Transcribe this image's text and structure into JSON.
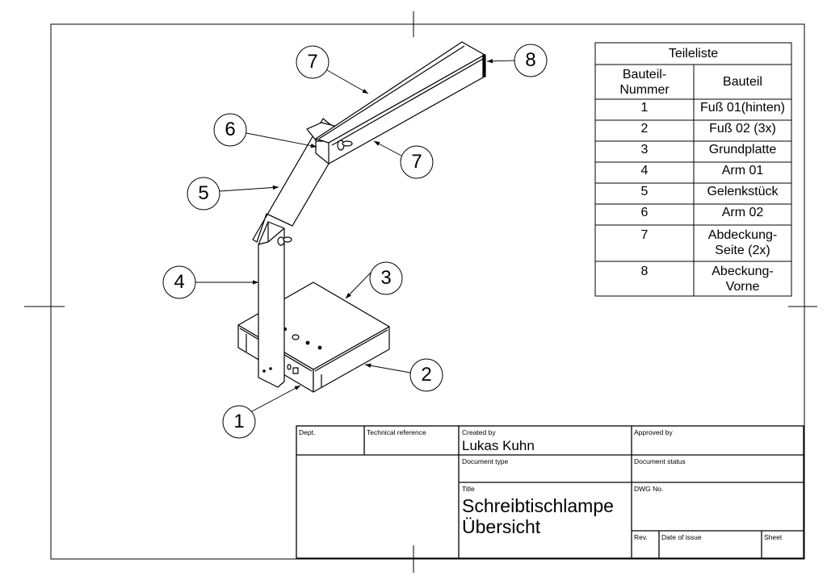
{
  "parts_list": {
    "title": "Teileliste",
    "headers": {
      "number": "Bauteil-\nNummer",
      "part": "Bauteil"
    },
    "rows": [
      {
        "number": "1",
        "part": "Fuß 01(hinten)"
      },
      {
        "number": "2",
        "part": "Fuß 02 (3x)"
      },
      {
        "number": "3",
        "part": "Grundplatte"
      },
      {
        "number": "4",
        "part": "Arm 01"
      },
      {
        "number": "5",
        "part": "Gelenkstück"
      },
      {
        "number": "6",
        "part": "Arm 02"
      },
      {
        "number": "7",
        "part": "Abdeckung-\nSeite (2x)"
      },
      {
        "number": "8",
        "part": "Abeckung-\nVorne"
      }
    ]
  },
  "balloons": [
    "1",
    "2",
    "3",
    "4",
    "5",
    "6",
    "7",
    "7",
    "8"
  ],
  "title_block": {
    "dept_label": "Dept.",
    "tech_ref_label": "Technical reference",
    "created_by_label": "Created by",
    "created_by": "Lukas Kuhn",
    "approved_by_label": "Approved by",
    "doc_type_label": "Document type",
    "doc_status_label": "Document status",
    "title_label": "Title",
    "title_line1": "Schreibtischlampe",
    "title_line2": "Übersicht",
    "dwg_no_label": "DWG No.",
    "rev_label": "Rev.",
    "date_label": "Date of issue",
    "sheet_label": "Sheet"
  }
}
